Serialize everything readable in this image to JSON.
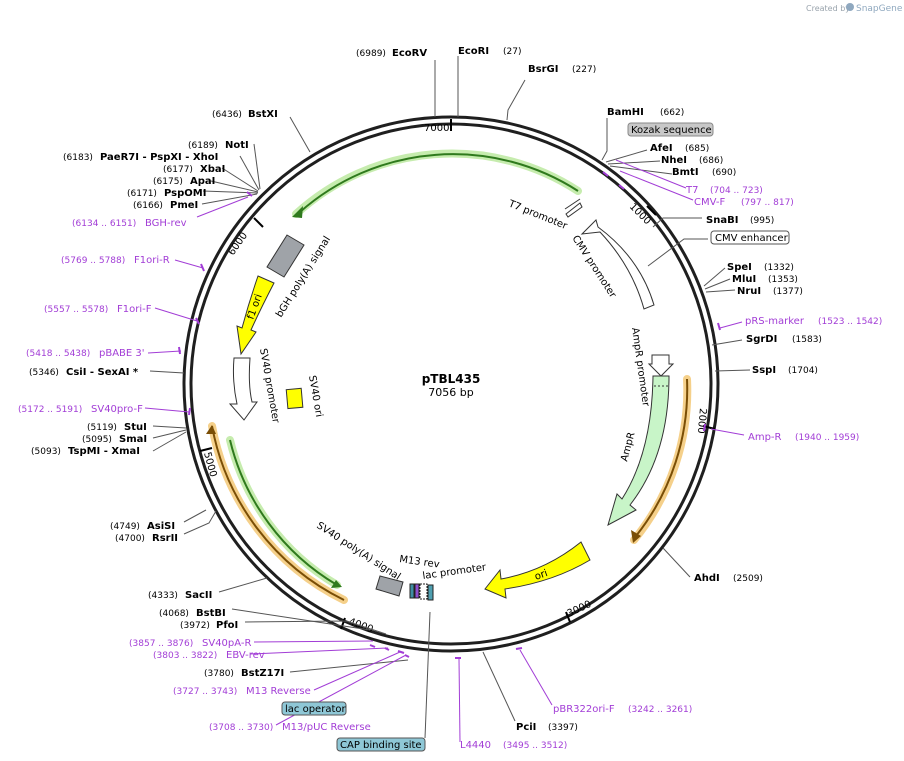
{
  "credit": {
    "prefix": "Created by",
    "brand": "SnapGene"
  },
  "plasmid": {
    "name": "pTBL435",
    "length_label": "7056 bp",
    "length": 7056
  },
  "colors": {
    "backbone": "#1f1f1f",
    "primer": "#a23dd6",
    "green_feature": "#c8f5c8",
    "yellow_feature": "#ffff00",
    "gray_feature": "#9fa3a8",
    "white_feature": "#ffffff",
    "primer_arrow_glow": "#f5d08a",
    "green_arrow_glow": "#c6ecae",
    "box_kozak": "#c8c8c8",
    "box_cyan": "#8ec7d6"
  },
  "ticks": [
    "7000",
    "1000",
    "2000",
    "3000",
    "4000",
    "5000",
    "6000"
  ],
  "enzymes": [
    {
      "name": "EcoRV",
      "pos": "(6989)"
    },
    {
      "name": "EcoRI",
      "pos": "(27)"
    },
    {
      "name": "BsrGI",
      "pos": "(227)"
    },
    {
      "name": "BamHI",
      "pos": "(662)"
    },
    {
      "name": "AfeI",
      "pos": "(685)"
    },
    {
      "name": "NheI",
      "pos": "(686)"
    },
    {
      "name": "BmtI",
      "pos": "(690)"
    },
    {
      "name": "SnaBI",
      "pos": "(995)"
    },
    {
      "name": "SpeI",
      "pos": "(1332)"
    },
    {
      "name": "MluI",
      "pos": "(1353)"
    },
    {
      "name": "NruI",
      "pos": "(1377)"
    },
    {
      "name": "SgrDI",
      "pos": "(1583)"
    },
    {
      "name": "SspI",
      "pos": "(1704)"
    },
    {
      "name": "AhdI",
      "pos": "(2509)"
    },
    {
      "name": "PciI",
      "pos": "(3397)"
    },
    {
      "name": "BstZ17I",
      "pos": "(3780)"
    },
    {
      "name": "PfoI",
      "pos": "(3972)"
    },
    {
      "name": "BstBI",
      "pos": "(4068)"
    },
    {
      "name": "SacII",
      "pos": "(4333)"
    },
    {
      "name": "RsrII",
      "pos": "(4700)"
    },
    {
      "name": "AsiSI",
      "pos": "(4749)"
    },
    {
      "name": "TspMI  -  XmaI",
      "pos": "(5093)"
    },
    {
      "name": "SmaI",
      "pos": "(5095)"
    },
    {
      "name": "StuI",
      "pos": "(5119)"
    },
    {
      "name": "CsiI   -  SexAI *",
      "pos": "(5346)"
    },
    {
      "name": "PmeI",
      "pos": "(6166)"
    },
    {
      "name": "PspOMI",
      "pos": "(6171)"
    },
    {
      "name": "ApaI",
      "pos": "(6175)"
    },
    {
      "name": "XbaI",
      "pos": "(6177)"
    },
    {
      "name": "PaeR7I   -  PspXI   -  XhoI",
      "pos": "(6183)"
    },
    {
      "name": "NotI",
      "pos": "(6189)"
    },
    {
      "name": "BstXI",
      "pos": "(6436)"
    }
  ],
  "primers": [
    {
      "name": "T7",
      "range": "(704 .. 723)"
    },
    {
      "name": "CMV-F",
      "range": "(797 .. 817)"
    },
    {
      "name": "pRS-marker",
      "range": "(1523 .. 1542)"
    },
    {
      "name": "Amp-R",
      "range": "(1940 .. 1959)"
    },
    {
      "name": "pBR322ori-F",
      "range": "(3242 .. 3261)"
    },
    {
      "name": "L4440",
      "range": "(3495 .. 3512)"
    },
    {
      "name": "M13/pUC Reverse",
      "range": "(3708 .. 3730)"
    },
    {
      "name": "M13 Reverse",
      "range": "(3727 .. 3743)"
    },
    {
      "name": "EBV-rev",
      "range": "(3803 .. 3822)"
    },
    {
      "name": "SV40pA-R",
      "range": "(3857 .. 3876)"
    },
    {
      "name": "SV40pro-F",
      "range": "(5172 .. 5191)"
    },
    {
      "name": "pBABE 3'",
      "range": "(5418 .. 5438)"
    },
    {
      "name": "F1ori-F",
      "range": "(5557 .. 5578)"
    },
    {
      "name": "F1ori-R",
      "range": "(5769 .. 5788)"
    },
    {
      "name": "BGH-rev",
      "range": "(6134 .. 6151)"
    }
  ],
  "features": [
    {
      "name": "T7 promoter"
    },
    {
      "name": "CMV promoter"
    },
    {
      "name": "AmpR promoter"
    },
    {
      "name": "AmpR"
    },
    {
      "name": "ori"
    },
    {
      "name": "lac promoter"
    },
    {
      "name": "M13 rev"
    },
    {
      "name": "SV40 poly(A) signal"
    },
    {
      "name": "SV40 promoter"
    },
    {
      "name": "SV40 ori"
    },
    {
      "name": "f1 ori"
    },
    {
      "name": "bGH poly(A) signal"
    }
  ],
  "boxes": [
    {
      "name": "Kozak sequence"
    },
    {
      "name": "CMV enhancer"
    },
    {
      "name": "lac operator"
    },
    {
      "name": "CAP binding site"
    }
  ]
}
